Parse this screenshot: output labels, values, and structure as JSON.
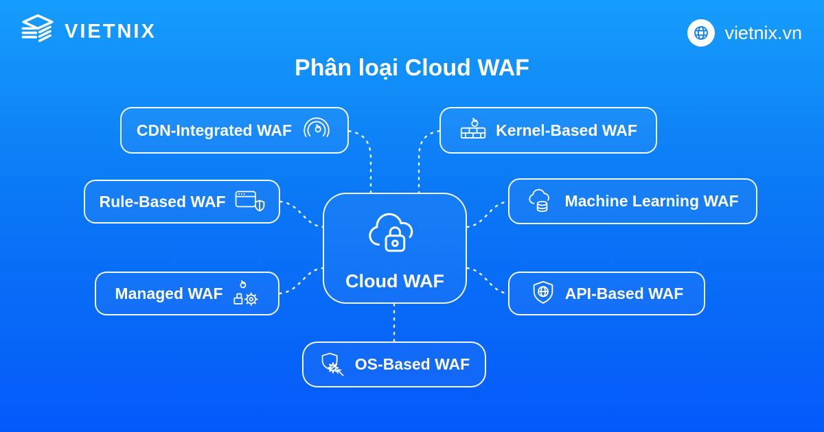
{
  "brand": {
    "name": "VIETNIX",
    "logo_icon": "vietnix-stack-logo",
    "website": "vietnix.vn",
    "website_icon": "globe-icon"
  },
  "title": "Phân loại Cloud WAF",
  "colors": {
    "bg_top": "#169dfc",
    "bg_mid": "#0b78f6",
    "bg_bottom": "#0459fa",
    "line_and_text": "#ffffff"
  },
  "diagram": {
    "center": {
      "label": "Cloud WAF",
      "icon": "cloud-lock-icon"
    },
    "nodes": [
      {
        "label": "CDN-Integrated WAF",
        "icon": "flame-broadcast-icon",
        "icon_side": "right",
        "position": "top-left"
      },
      {
        "label": "Kernel-Based WAF",
        "icon": "firewall-flame-icon",
        "icon_side": "left",
        "position": "top-right"
      },
      {
        "label": "Rule-Based WAF",
        "icon": "browser-shield-icon",
        "icon_side": "right",
        "position": "mid-left"
      },
      {
        "label": "Machine Learning WAF",
        "icon": "cloud-database-icon",
        "icon_side": "left",
        "position": "mid-right"
      },
      {
        "label": "Managed WAF",
        "icon": "flame-gear-icon",
        "icon_side": "right",
        "position": "bottom-left"
      },
      {
        "label": "API-Based WAF",
        "icon": "shield-globe-icon",
        "icon_side": "left",
        "position": "bottom-right"
      },
      {
        "label": "OS-Based WAF",
        "icon": "shield-attack-icon",
        "icon_side": "left",
        "position": "bottom-center"
      }
    ]
  }
}
